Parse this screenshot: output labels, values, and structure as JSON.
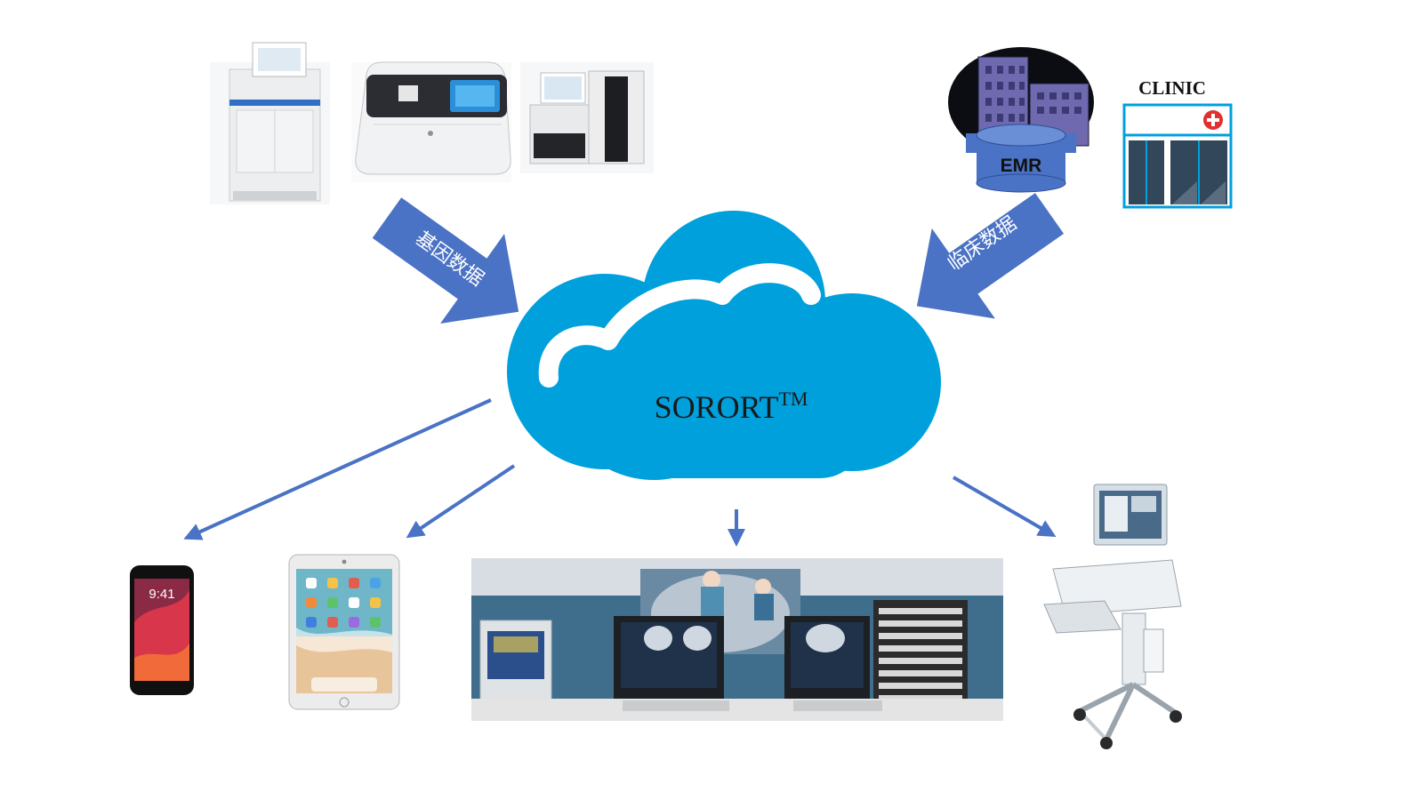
{
  "cloud": {
    "label": "SORORT",
    "superscript": "TM"
  },
  "inputs": {
    "genomic_label": "基因数据",
    "clinical_label": "临床数据"
  },
  "sources": {
    "emr_label": "EMR",
    "clinic_label": "CLINIC"
  },
  "colors": {
    "cloud": "#00a0dc",
    "arrow": "#4a72c5",
    "emr_cylinder": "#4a72c5",
    "clinic_frame": "#00a0dc",
    "clinic_cross": "#e03030"
  }
}
